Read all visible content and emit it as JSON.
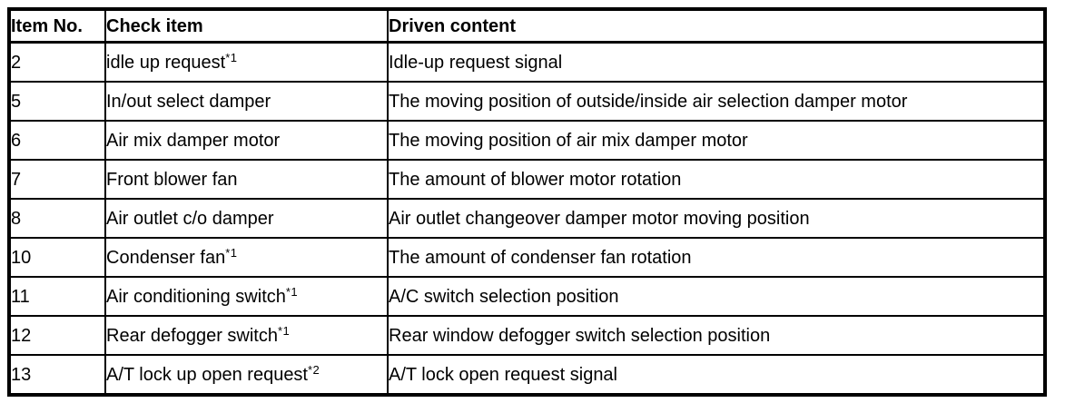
{
  "colors": {
    "border": "#000000",
    "text": "#000000",
    "background": "#ffffff"
  },
  "table": {
    "columns": [
      {
        "label": "Item No."
      },
      {
        "label": "Check item"
      },
      {
        "label": "Driven content"
      }
    ],
    "rows": [
      {
        "item_no": "2",
        "check_item": "idle up request",
        "check_item_sup": "*1",
        "driven_content": "Idle-up request signal"
      },
      {
        "item_no": "5",
        "check_item": "In/out select damper",
        "check_item_sup": "",
        "driven_content": "The moving position of outside/inside air selection damper motor"
      },
      {
        "item_no": "6",
        "check_item": "Air mix damper motor",
        "check_item_sup": "",
        "driven_content": "The moving position of air mix damper motor"
      },
      {
        "item_no": "7",
        "check_item": "Front blower fan",
        "check_item_sup": "",
        "driven_content": "The amount of blower motor rotation"
      },
      {
        "item_no": "8",
        "check_item": "Air outlet c/o damper",
        "check_item_sup": "",
        "driven_content": "Air outlet changeover damper motor moving position"
      },
      {
        "item_no": "10",
        "check_item": "Condenser fan",
        "check_item_sup": "*1",
        "driven_content": "The amount of condenser fan rotation"
      },
      {
        "item_no": "11",
        "check_item": "Air conditioning switch",
        "check_item_sup": "*1",
        "driven_content": "A/C switch selection position"
      },
      {
        "item_no": "12",
        "check_item": "Rear defogger switch",
        "check_item_sup": "*1",
        "driven_content": "Rear window defogger switch selection position"
      },
      {
        "item_no": "13",
        "check_item": "A/T lock up open request",
        "check_item_sup": "*2",
        "driven_content": "A/T lock open request signal"
      }
    ]
  }
}
